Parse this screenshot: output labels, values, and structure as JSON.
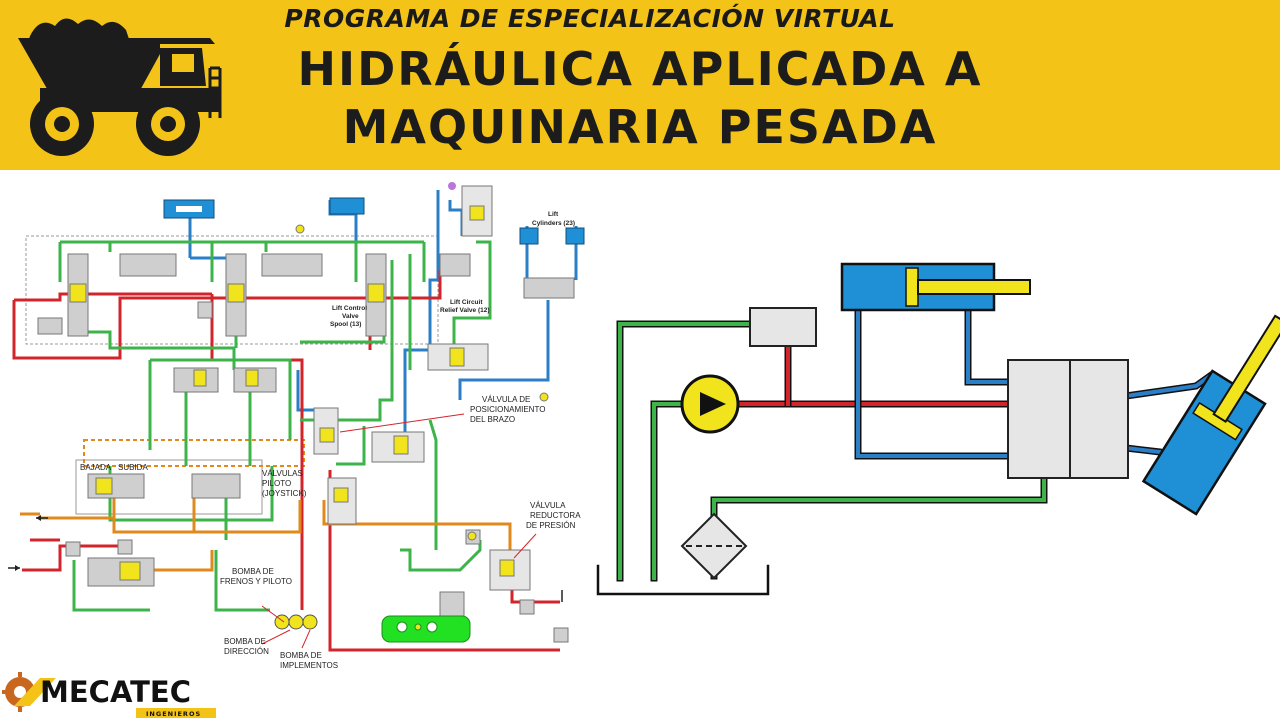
{
  "header": {
    "subtitle": "PROGRAMA DE ESPECIALIZACIÓN VIRTUAL",
    "title_line1": "HIDRÁULICA APLICADA A",
    "title_line2": "MAQUINARIA PESADA"
  },
  "schematic": {
    "labels": {
      "lift_cylinders_1": "Lift",
      "lift_cylinders_2": "Cylinders (23)",
      "lift_control_1": "Lift Control",
      "lift_control_2": "Valve",
      "lift_control_3": "Spool (13)",
      "lift_relief_1": "Lift Circuit",
      "lift_relief_2": "Relief Valve (12)",
      "valvula_pos_1": "VÁLVULA DE",
      "valvula_pos_2": "POSICIONAMIENTO",
      "valvula_pos_3": "DEL BRAZO",
      "bajada": "BAJADA",
      "subida": "SUBIDA",
      "valvulas_piloto_1": "VÁLVULAS",
      "valvulas_piloto_2": "PILOTO",
      "valvulas_piloto_3": "(JOYSTICK)",
      "valvula_red_1": "VÁLVULA",
      "valvula_red_2": "REDUCTORA",
      "valvula_red_3": "DE PRESIÓN",
      "bomba_frenos_1": "BOMBA DE",
      "bomba_frenos_2": "FRENOS Y PILOTO",
      "bomba_dir_1": "BOMBA DE",
      "bomba_dir_2": "DIRECCIÓN",
      "bomba_imp_1": "BOMBA DE",
      "bomba_imp_2": "IMPLEMENTOS"
    }
  },
  "logo": {
    "name": "MECATEC",
    "tagline": "INGENIEROS"
  },
  "colors": {
    "banner": "#f3c317",
    "pressure_line": "#d3242c",
    "return_line": "#2b7fc6",
    "pilot_line": "#3cb44a",
    "drain_line": "#e08a1e",
    "cylinder": "#1f8fd6",
    "rod": "#f2e41c"
  }
}
